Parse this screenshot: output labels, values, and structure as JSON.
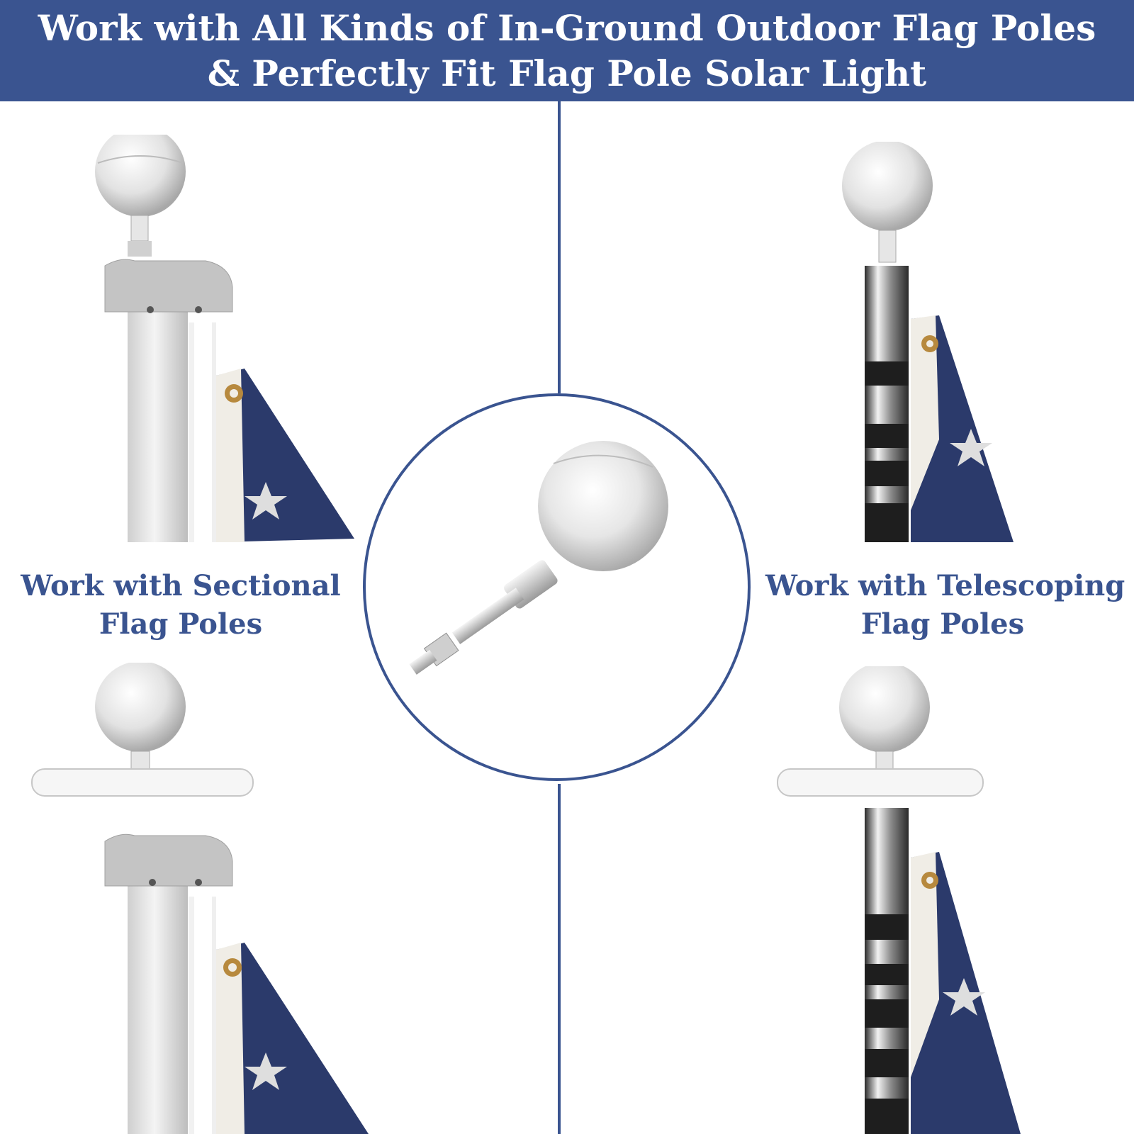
{
  "banner": {
    "line1": "Work with All Kinds of In-Ground Outdoor Flag Poles",
    "line2": "& Perfectly Fit Flag Pole Solar Light"
  },
  "left_caption": {
    "line1": "Work with Sectional",
    "line2": "Flag Poles"
  },
  "right_caption": {
    "line1": "Work with Telescoping",
    "line2": "Flag Poles"
  },
  "colors": {
    "banner": "#3a5490",
    "divider": "#3a5490",
    "caption_text": "#3a5490",
    "flag_blue": "#2b3a6b",
    "silver": "#d8d8d8"
  }
}
